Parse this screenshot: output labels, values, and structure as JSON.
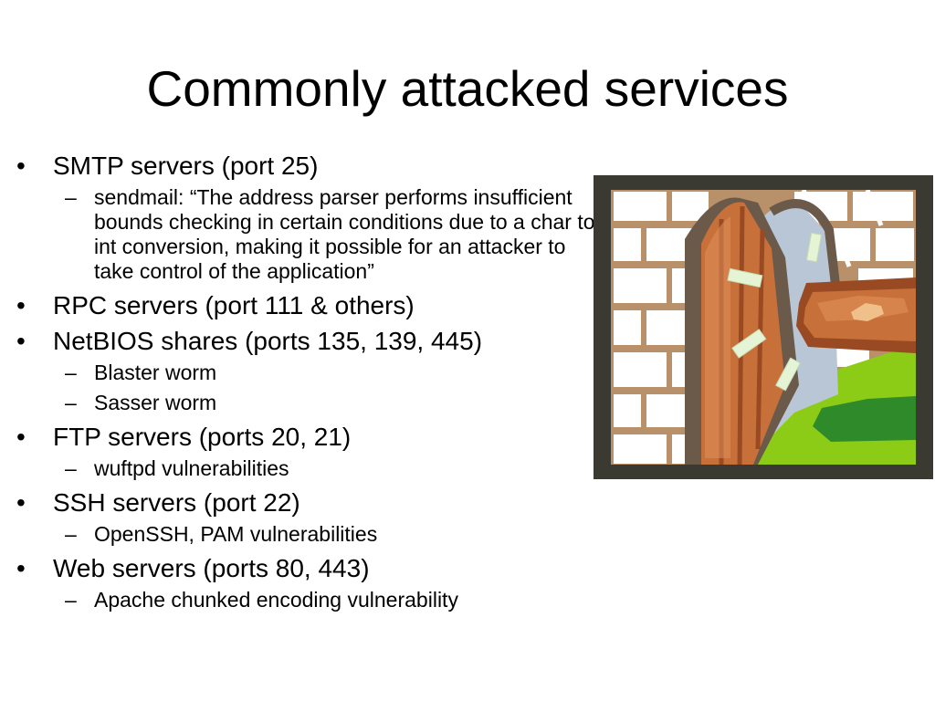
{
  "slide": {
    "title": "Commonly attacked services",
    "items": [
      {
        "text": "SMTP servers (port 25)",
        "subitems": [
          "sendmail: “The address parser performs insufficient bounds checking in certain conditions due to a char to int conversion, making it possible for an attacker to take control of the application”"
        ]
      },
      {
        "text": "RPC servers (port 111 & others)",
        "subitems": []
      },
      {
        "text": "NetBIOS shares (ports 135, 139, 445)",
        "subitems": [
          "Blaster worm",
          "Sasser worm"
        ]
      },
      {
        "text": "FTP servers (ports 20, 21)",
        "subitems": [
          "wuftpd vulnerabilities"
        ]
      },
      {
        "text": "SSH servers (port 22)",
        "subitems": [
          "OpenSSH, PAM vulnerabilities"
        ]
      },
      {
        "text": "Web servers (ports 80, 443)",
        "subitems": [
          "Apache chunked encoding vulnerability"
        ]
      }
    ],
    "bullet_symbol": "•",
    "dash_symbol": "–"
  },
  "clipart": {
    "icon": "broken-door-icon",
    "colors": {
      "frame": "#3a3a32",
      "wall_brick": "#b8916b",
      "wall_mortar": "#ffffff",
      "door_wood": "#c8703a",
      "door_dark": "#9a4a22",
      "plank": "#c0652e",
      "sky_gap": "#b9c6d6",
      "grass": "#8ccc16",
      "shrub": "#2f8a2a",
      "splinter": "#e6f4d6"
    }
  }
}
